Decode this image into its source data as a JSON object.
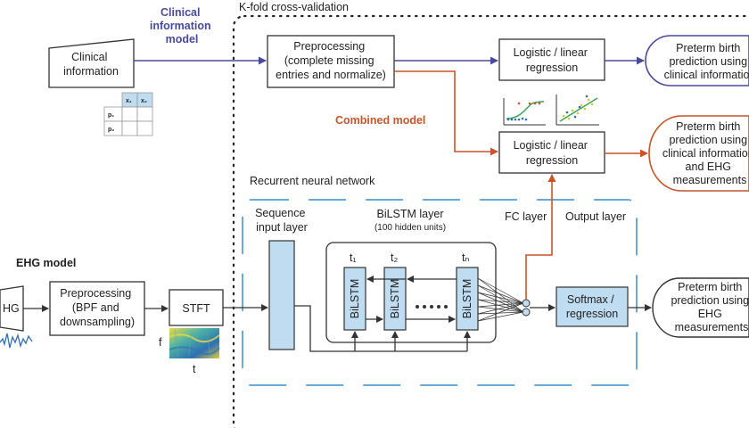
{
  "title_kfold": "K-fold cross-validation",
  "clinical_model": {
    "label_line1": "Clinical",
    "label_line2": "information",
    "label_line3": "model",
    "info_line1": "Clinical",
    "info_line2": "information",
    "table": {
      "col1": "x₁",
      "col2": "x₂",
      "row1": "p₁",
      "row2": "p₂"
    },
    "preproc_line1": "Preprocessing",
    "preproc_line2": "(complete missing",
    "preproc_line3": "entries and normalize)",
    "logreg_line1": "Logistic /  linear",
    "logreg_line2": "regression",
    "out_line1": "Preterm birth",
    "out_line2": "prediction using",
    "out_line3": "clinical information"
  },
  "combined_model": {
    "label": "Combined model",
    "logreg_line1": "Logistic /  linear",
    "logreg_line2": "regression",
    "out_line1": "Preterm birth",
    "out_line2": "prediction using",
    "out_line3": "clinical information",
    "out_line4": "and EHG",
    "out_line5": "measurements"
  },
  "rnn": {
    "title": "Recurrent neural network",
    "seq_line1": "Sequence",
    "seq_line2": "input layer",
    "bilstm_title": "BiLSTM layer",
    "bilstm_sub": "(100 hidden units)",
    "cell_label": "BiLSTM",
    "t1": "t₁",
    "t2": "t₂",
    "tN": "tₙ",
    "fc_label": "FC layer",
    "output_label": "Output layer",
    "softmax_line1": "Softmax /",
    "softmax_line2": "regression"
  },
  "ehg_model": {
    "label": "EHG model",
    "ehg_text": "HG",
    "preproc_line1": "Preprocessing",
    "preproc_line2": "(BPF and",
    "preproc_line3": "downsampling)",
    "stft": "STFT",
    "f_axis": "f",
    "t_axis": "t",
    "out_line1": "Preterm birth",
    "out_line2": "prediction using",
    "out_line3": "EHG",
    "out_line4": "measurements"
  },
  "colors": {
    "clinical_blue": "#4a4a9c",
    "combined_orange": "#c8552a",
    "rnn_frame_blue": "#6fa8d6",
    "cell_fill": "#bfdcf0"
  }
}
